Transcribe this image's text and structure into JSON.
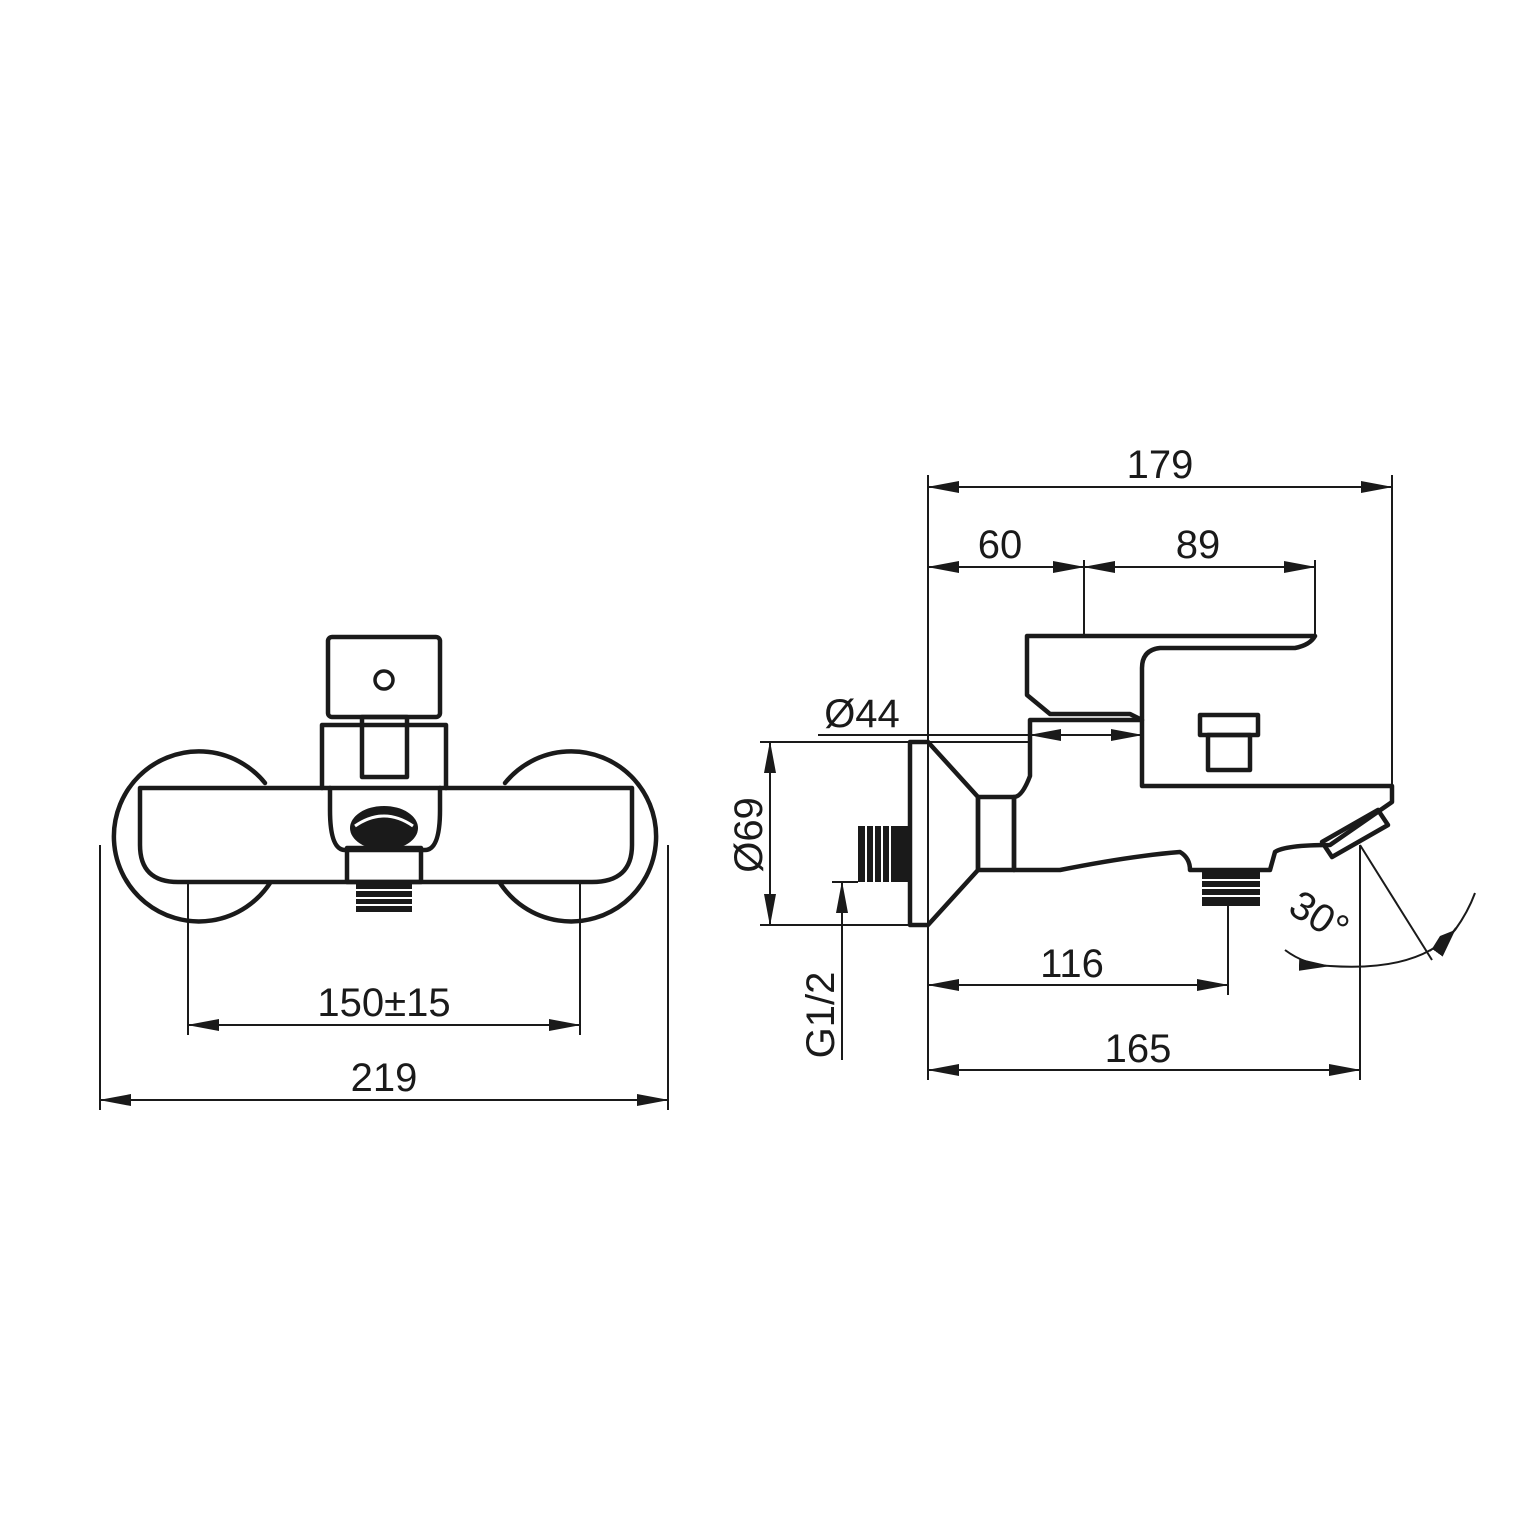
{
  "front_view": {
    "dim_center_spacing": "150±15",
    "dim_overall_width": "219"
  },
  "side_view": {
    "dim_total_depth": "179",
    "dim_lever_base": "60",
    "dim_lever_length": "89",
    "dim_diverter_diameter": "Ø44",
    "dim_flange_diameter": "Ø69",
    "dim_thread": "G1/2",
    "dim_outlet_distance": "116",
    "dim_spout_projection": "165",
    "dim_spout_angle": "30°"
  }
}
